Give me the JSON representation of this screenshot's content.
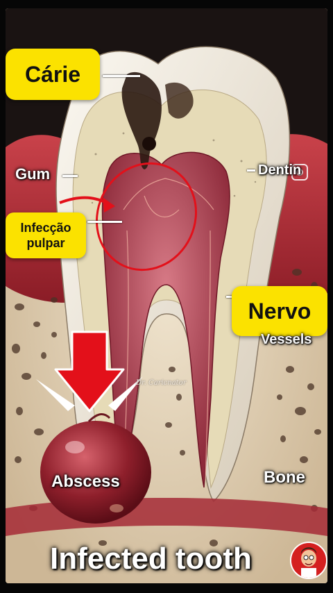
{
  "labels": {
    "carie": "Cárie",
    "gum": "Gum",
    "dentin": "Dentin",
    "infeccao_line1": "Infecção",
    "infeccao_line2": "pulpar",
    "nervo": "Nervo",
    "vessels": "Vessels",
    "abscess": "Abscess",
    "bone": "Bone",
    "watermark": "Dr. Caricnator"
  },
  "caption": "Infected tooth",
  "colors": {
    "tag_yellow": "#fbe200",
    "arrow_red": "#e3101a",
    "gum_red": "#b4333c",
    "enamel": "#f1ede3",
    "bone": "#e8dac3"
  },
  "icons": [
    "instagram-icon",
    "mascot-avatar-icon",
    "down-arrow-icon"
  ]
}
